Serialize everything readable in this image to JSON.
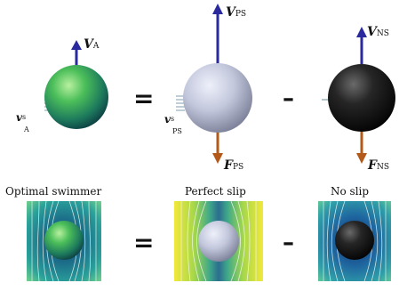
{
  "colors": {
    "velocity_arrow": "#2a2a9e",
    "force_arrow": "#b35a1a",
    "optimal_sphere": "#3aa55a",
    "perfect_slip_sphere": "#b9bfd6",
    "no_slip_sphere": "#1e1e1e"
  },
  "top_row": {
    "optimal": {
      "velocity_symbol": "V",
      "velocity_subscript": "A",
      "slip_symbol": "v",
      "slip_superscript": "s",
      "slip_subscript": "A"
    },
    "perfect_slip": {
      "velocity_symbol": "V",
      "velocity_subscript": "PS",
      "force_symbol": "F",
      "force_subscript": "PS",
      "slip_symbol": "v",
      "slip_superscript": "s",
      "slip_subscript": "PS"
    },
    "no_slip": {
      "velocity_symbol": "V",
      "velocity_subscript": "NS",
      "force_symbol": "F",
      "force_subscript": "NS"
    },
    "equals": "=",
    "minus": "–"
  },
  "bottom_row": {
    "titles": {
      "optimal": "Optimal swimmer",
      "perfect_slip": "Perfect slip",
      "no_slip": "No slip"
    },
    "equals": "=",
    "minus": "–"
  }
}
